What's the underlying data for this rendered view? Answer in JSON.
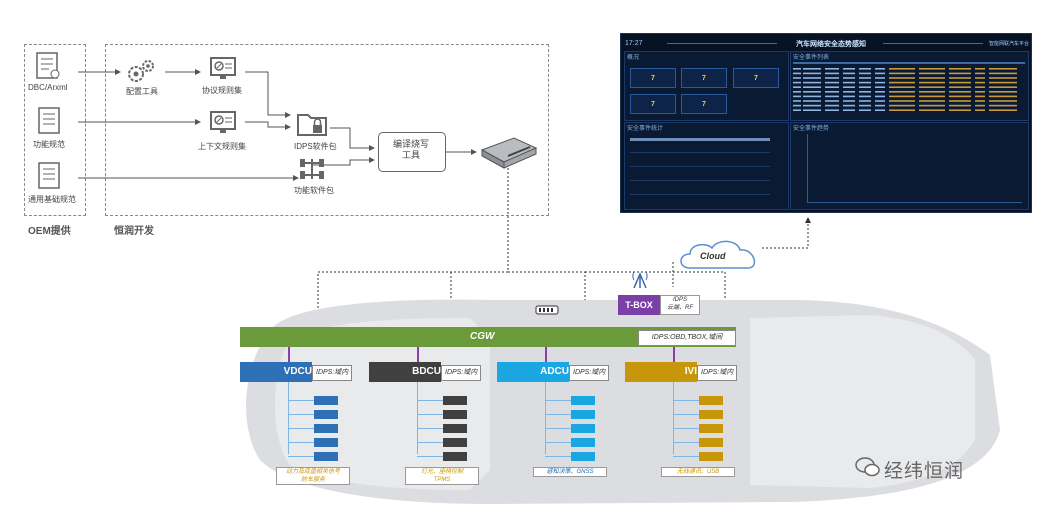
{
  "left": {
    "oem_label": "OEM提供",
    "hengrun_label": "恒润开发",
    "inputs": [
      "DBC/Arxml",
      "功能规范",
      "通用基础规范"
    ],
    "config_tool": "配置工具",
    "protocol_rules": "协议规则集",
    "context_rules": "上下文规则集",
    "idps_package": "IDPS软件包",
    "func_package": "功能软件包",
    "compile_tool": "编译烧写\n工具"
  },
  "dashboard": {
    "title": "汽车网络安全态势感知",
    "time": "17:27",
    "top_right": "智能网联汽车平台",
    "kpis": [
      "7",
      "7",
      "7",
      "7",
      "7"
    ],
    "panel_titles": [
      "概况",
      "安全事件列表",
      "安全事件统计",
      "安全事件趋势"
    ]
  },
  "cloud": {
    "label": "Cloud"
  },
  "car": {
    "tbox": "T-BOX",
    "tbox_idps": "IDPS\n云端、RF",
    "cgw": "CGW",
    "cgw_idps": "IDPS:OBD,TBOX,域间",
    "ecus": [
      {
        "name": "VDCU",
        "tag": "IDPS:域内",
        "color": "#2e6fb5",
        "note": "动力及底盘相关信号\n防车服务"
      },
      {
        "name": "BDCU",
        "tag": "IDPS:域内",
        "color": "#404040",
        "note": "灯光、座椅控制\nTPMS"
      },
      {
        "name": "ADCU",
        "tag": "IDPS:域内",
        "color": "#1aa6e0",
        "note": "感知决策、GNSS"
      },
      {
        "name": "IVI",
        "tag": "IDPS:域内",
        "color": "#c8960a",
        "note": "无线通讯、USB"
      }
    ]
  },
  "watermark": "经纬恒润",
  "colors": {
    "cgw_green": "#6b9a3a",
    "tbox_purple": "#7b3fa8"
  }
}
